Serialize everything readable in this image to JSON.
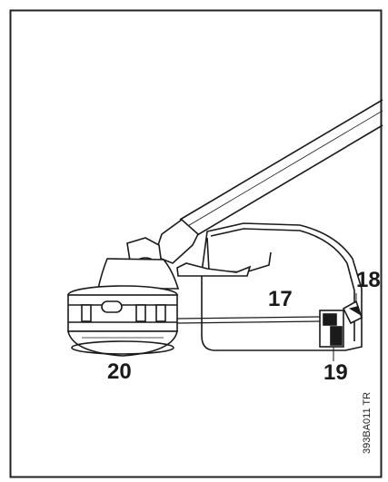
{
  "callouts": {
    "c17": "17",
    "c18": "18",
    "c19": "19",
    "c20": "20"
  },
  "figure_code": "393BA011 TR",
  "colors": {
    "ink": "#1a1a1a",
    "paper": "#ffffff",
    "frame": "#222222"
  }
}
